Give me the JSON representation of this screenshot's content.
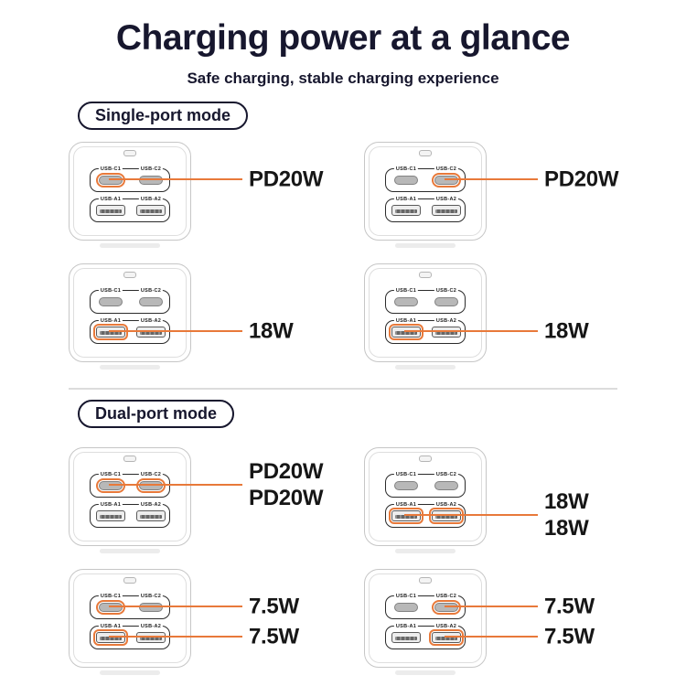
{
  "header": {
    "title": "Charging power at a glance",
    "subtitle": "Safe charging, stable charging experience"
  },
  "sections": {
    "single": "Single-port mode",
    "dual": "Dual-port mode"
  },
  "port_labels": {
    "c1": "USB-C1",
    "c2": "USB-C2",
    "a1": "USB-A1",
    "a2": "USB-A2"
  },
  "figures": {
    "s1": {
      "mode": "single-port",
      "highlighted_ports": [
        "USB-C1"
      ],
      "labels": [
        "PD20W"
      ]
    },
    "s2": {
      "mode": "single-port",
      "highlighted_ports": [
        "USB-C2"
      ],
      "labels": [
        "PD20W"
      ]
    },
    "s3": {
      "mode": "single-port",
      "highlighted_ports": [
        "USB-A1"
      ],
      "labels": [
        "18W"
      ]
    },
    "s4": {
      "mode": "single-port",
      "highlighted_ports": [
        "USB-A1"
      ],
      "labels": [
        "18W"
      ]
    },
    "d1": {
      "mode": "dual-port",
      "highlighted_ports": [
        "USB-C1",
        "USB-C2"
      ],
      "labels": [
        "PD20W",
        "PD20W"
      ]
    },
    "d2": {
      "mode": "dual-port",
      "highlighted_ports": [
        "USB-A1",
        "USB-A2"
      ],
      "labels": [
        "18W",
        "18W"
      ]
    },
    "d3": {
      "mode": "dual-port",
      "highlighted_ports": [
        "USB-C1",
        "USB-A1"
      ],
      "labels": [
        "7.5W",
        "7.5W"
      ]
    },
    "d4": {
      "mode": "dual-port",
      "highlighted_ports": [
        "USB-C2",
        "USB-A2"
      ],
      "labels": [
        "7.5W",
        "7.5W"
      ]
    }
  },
  "colors": {
    "accent_orange": "#E8793A",
    "ink_navy": "#17172E",
    "label_black": "#161616"
  }
}
